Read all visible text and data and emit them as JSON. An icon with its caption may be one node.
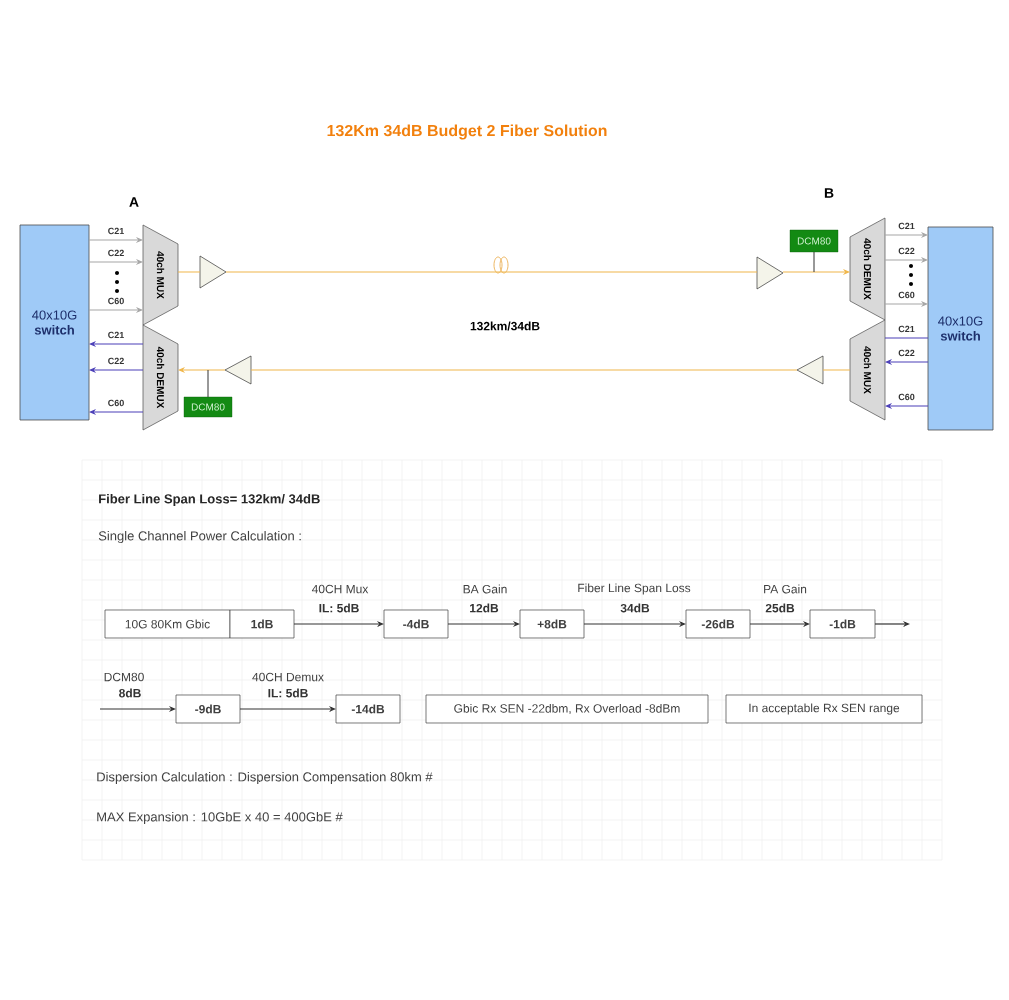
{
  "diagram": {
    "title": "132Km 34dB Budget 2 Fiber Solution",
    "nodes": [
      {
        "text": [
          "40x10G **switch**"
        ]
      },
      {
        "text": [
          "40ch MUX"
        ]
      },
      {
        "text": [
          "40ch DEMUX"
        ]
      },
      {
        "text": [],
        "shape": "triangle"
      },
      {
        "text": [],
        "shape": "triangle"
      },
      {
        "text": [
          "DCM80"
        ]
      },
      {
        "text": [],
        "shape": "triangle"
      },
      {
        "text": [
          "DCM80"
        ]
      },
      {
        "text": [
          "40ch DEMUX"
        ]
      },
      {
        "text": [
          "40ch MUX"
        ]
      },
      {
        "text": [],
        "shape": "triangle"
      },
      {
        "text": [
          "40x10G **switch**"
        ]
      },
      {
        "text": [
          "10G 80Km Gbic"
        ]
      },
      {
        "text": [
          "1dB"
        ]
      },
      {
        "text": [
          "-4dB"
        ]
      },
      {
        "text": [
          "+8dB"
        ]
      },
      {
        "text": [
          "-26dB"
        ]
      },
      {
        "text": [
          "-1dB"
        ]
      },
      {
        "text": [
          "-9dB"
        ]
      },
      {
        "text": [
          "-14dB"
        ]
      },
      {
        "text": [
          "Gbic Rx SEN -22dbm, Rx Overload -8dBm"
        ]
      },
      {
        "text": [
          "In acceptable Rx SEN range"
        ]
      }
    ],
    "edges": [
      {
        "from": 0,
        "to": 1,
        "arrow": "to",
        "label": "C21",
        "color": "#a6a6a6"
      },
      {
        "from": 0,
        "to": 1,
        "arrow": "to",
        "label": "C22",
        "color": "#a6a6a6"
      },
      {
        "from": 0,
        "to": 1,
        "arrow": "to",
        "label": "C60",
        "color": "#a6a6a6"
      },
      {
        "from": 2,
        "to": 0,
        "arrow": "to",
        "label": "C21",
        "color": "#4b3fb8"
      },
      {
        "from": 2,
        "to": 0,
        "arrow": "to",
        "label": "C22",
        "color": "#4b3fb8"
      },
      {
        "from": 2,
        "to": 0,
        "arrow": "to",
        "label": "C60",
        "color": "#4b3fb8"
      },
      {
        "from": 1,
        "to": 3,
        "arrow": "none",
        "color": "#f0b64a"
      },
      {
        "from": 3,
        "to": 6,
        "arrow": "none",
        "color": "#f0b64a"
      },
      {
        "from": 6,
        "to": 8,
        "arrow": "to",
        "color": "#f0b64a"
      },
      {
        "from": 7,
        "to": null,
        "arrow": "none"
      },
      {
        "from": 8,
        "to": 11,
        "arrow": "to",
        "label": "C21",
        "color": "#a6a6a6"
      },
      {
        "from": 8,
        "to": 11,
        "arrow": "to",
        "label": "C22",
        "color": "#a6a6a6"
      },
      {
        "from": 8,
        "to": 11,
        "arrow": "to",
        "label": "C60",
        "color": "#a6a6a6"
      },
      {
        "from": 11,
        "to": 9,
        "arrow": "none",
        "label": "C21",
        "color": "#4b3fb8"
      },
      {
        "from": 11,
        "to": 9,
        "arrow": "to",
        "label": "C22",
        "color": "#4b3fb8"
      },
      {
        "from": 11,
        "to": 9,
        "arrow": "to",
        "label": "C60",
        "color": "#4b3fb8"
      },
      {
        "from": 9,
        "to": 10,
        "arrow": "none",
        "color": "#f0b64a"
      },
      {
        "from": 10,
        "to": 4,
        "arrow": "none",
        "color": "#f0b64a"
      },
      {
        "from": 4,
        "to": 2,
        "arrow": "to",
        "color": "#f0b64a"
      },
      {
        "from": 5,
        "to": null,
        "arrow": "none"
      },
      {
        "from": 13,
        "to": 14,
        "arrow": "to",
        "label": "IL: 5dB"
      },
      {
        "from": 14,
        "to": 15,
        "arrow": "to",
        "label": "12dB"
      },
      {
        "from": 15,
        "to": 16,
        "arrow": "to",
        "label": "34dB"
      },
      {
        "from": 16,
        "to": 17,
        "arrow": "to",
        "label": "25dB"
      },
      {
        "from": 17,
        "to": null,
        "arrow": "to"
      },
      {
        "from": null,
        "to": 18,
        "arrow": "to",
        "label": "8dB"
      },
      {
        "from": 18,
        "to": 19,
        "arrow": "to",
        "label": "IL: 5dB"
      }
    ],
    "labels": [
      "A",
      "B",
      "132km/34dB",
      "Fiber Line Span Loss= 132km/ 34dB",
      "Single Channel Power Calculation :",
      "40CH Mux",
      "BA Gain",
      "Fiber Line Span Loss",
      "PA Gain",
      "DCM80",
      "40CH Demux",
      "Dispersion Calculation : Dispersion Compensation 80km #",
      "MAX Expansion : 10GbE x 40 = 400GbE #"
    ]
  }
}
